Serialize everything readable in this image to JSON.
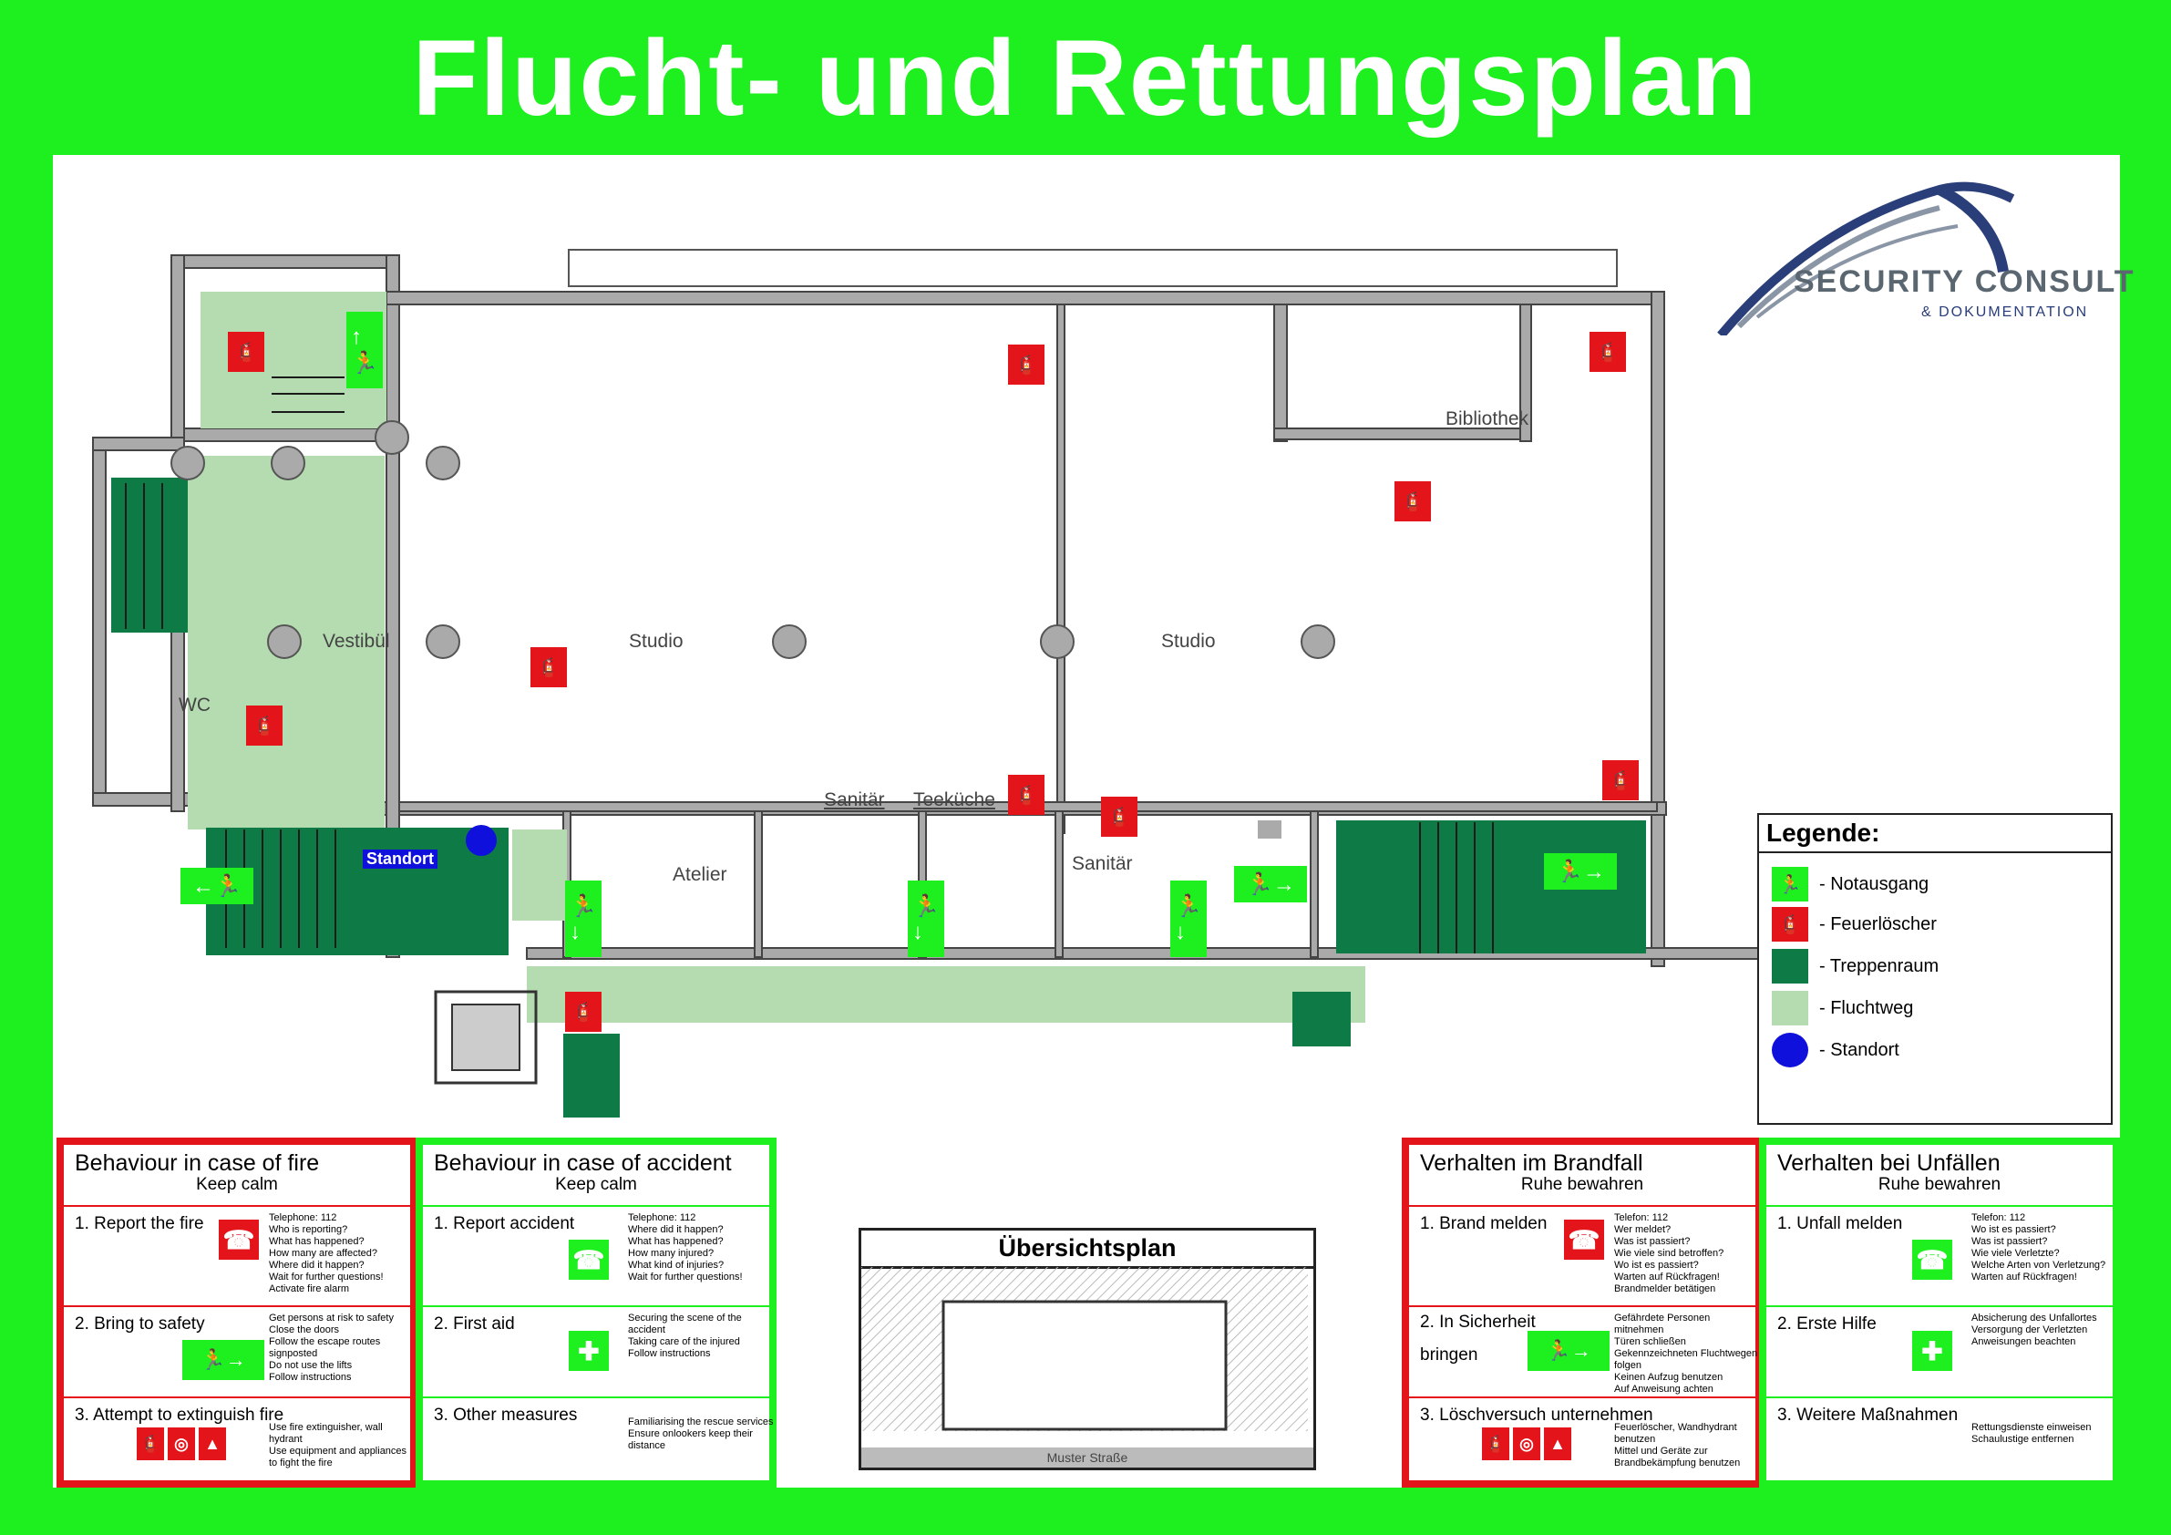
{
  "title": "Flucht- und Rettungsplan",
  "logo": {
    "name": "SECURITY CONSULT",
    "sub": "& DOKUMENTATION"
  },
  "rooms": {
    "vestibuel": "Vestibül",
    "studio_left": "Studio",
    "studio_right": "Studio",
    "bibliothek": "Bibliothek",
    "wc": "WC",
    "atelier": "Atelier",
    "sanitaer_left": "Sanitär",
    "teekueche": "Teeküche",
    "sanitaer_right": "Sanitär",
    "standort": "Standort"
  },
  "colors": {
    "frame_green": "#1eef1e",
    "escape_route": "#b5dcb0",
    "stairwell": "#0e7a45",
    "sign_red": "#e4141b",
    "sign_green": "#1eef1e",
    "wall": "#aaaaaa",
    "standort_blue": "#1010dd"
  },
  "legend": {
    "title": "Legende:",
    "items": [
      {
        "label": "- Notausgang",
        "icon": "emergency-exit-icon"
      },
      {
        "label": "- Feuerlöscher",
        "icon": "fire-extinguisher-icon"
      },
      {
        "label": "- Treppenraum",
        "icon": "stairwell-swatch"
      },
      {
        "label": "- Fluchtweg",
        "icon": "escape-route-swatch"
      },
      {
        "label": "- Standort",
        "icon": "location-dot-icon"
      }
    ]
  },
  "panels": [
    {
      "id": "fire_en",
      "title": "Behaviour in case of fire",
      "sub": "Keep calm",
      "rows": [
        {
          "head": "1. Report the fire",
          "text": "Telephone: 112\nWho is reporting?\nWhat has happened?\nHow many are affected?\nWhere did it happen?\nWait for further questions!\nActivate fire alarm"
        },
        {
          "head": "2. Bring to safety",
          "text": "Get persons at risk to safety\nClose the doors\nFollow the escape routes signposted\nDo not use the lifts\nFollow instructions"
        },
        {
          "head": "3. Attempt to extinguish fire",
          "text": "Use fire extinguisher, wall hydrant\nUse equipment and appliances to fight the fire"
        }
      ]
    },
    {
      "id": "accident_en",
      "title": "Behaviour in case of accident",
      "sub": "Keep calm",
      "rows": [
        {
          "head": "1. Report accident",
          "text": "Telephone: 112\nWhere did it happen?\nWhat has happened?\nHow many injured?\nWhat kind of injuries?\nWait for further questions!"
        },
        {
          "head": "2. First aid",
          "text": "Securing the scene of the accident\nTaking care of the injured\nFollow instructions"
        },
        {
          "head": "3. Other measures",
          "text": "Familiarising the rescue services\nEnsure onlookers keep their distance"
        }
      ]
    },
    {
      "id": "fire_de",
      "title": "Verhalten im Brandfall",
      "sub": "Ruhe bewahren",
      "rows": [
        {
          "head": "1. Brand melden",
          "text": "Telefon: 112\nWer meldet?\nWas ist passiert?\nWie viele sind betroffen?\nWo ist es passiert?\nWarten auf Rückfragen!\nBrandmelder betätigen"
        },
        {
          "head": "2. In Sicherheit\n\nbringen",
          "text": "Gefährdete Personen mitnehmen\nTüren schließen\nGekennzeichneten Fluchtwegen folgen\nKeinen Aufzug benutzen\nAuf Anweisung achten"
        },
        {
          "head": "3. Löschversuch unternehmen",
          "text": "Feuerlöscher, Wandhydrant benutzen\nMittel und Geräte zur Brandbekämpfung benutzen"
        }
      ]
    },
    {
      "id": "accident_de",
      "title": "Verhalten bei Unfällen",
      "sub": "Ruhe bewahren",
      "rows": [
        {
          "head": "1. Unfall melden",
          "text": "Telefon: 112\nWo ist es passiert?\nWas ist passiert?\nWie viele Verletzte?\nWelche Arten von Verletzung?\nWarten auf Rückfragen!"
        },
        {
          "head": "2. Erste Hilfe",
          "text": "Absicherung des Unfallortes\nVersorgung der Verletzten\nAnweisungen beachten"
        },
        {
          "head": "3. Weitere Maßnahmen",
          "text": "Rettungsdienste einweisen\nSchaulustige entfernen"
        }
      ]
    }
  ],
  "overview": {
    "title": "Übersichtsplan",
    "street": "Muster Straße"
  }
}
